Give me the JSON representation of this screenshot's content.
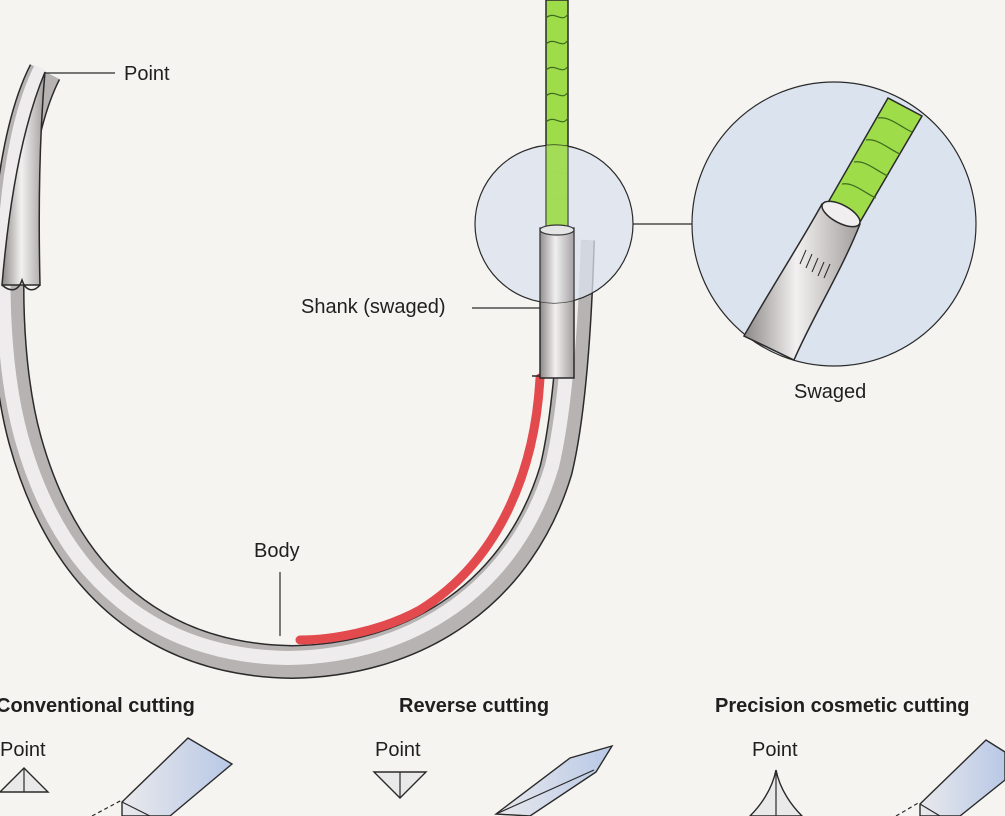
{
  "labels": {
    "point": "Point",
    "shank": "Shank (swaged)",
    "body": "Body",
    "swaged": "Swaged"
  },
  "sections": [
    {
      "title": "Conventional cutting",
      "point_label": "Point"
    },
    {
      "title": "Reverse cutting",
      "point_label": "Point"
    },
    {
      "title": "Precision cosmetic cutting",
      "point_label": "Point"
    }
  ],
  "colors": {
    "background": "#f5f4f0",
    "magnifier_fill": "#dbe3ef",
    "suture_green": "#9fdc4a",
    "needle_steel": "#c9c6c6",
    "channel_red": "#e24a4e",
    "outline": "#2a2a2a"
  }
}
